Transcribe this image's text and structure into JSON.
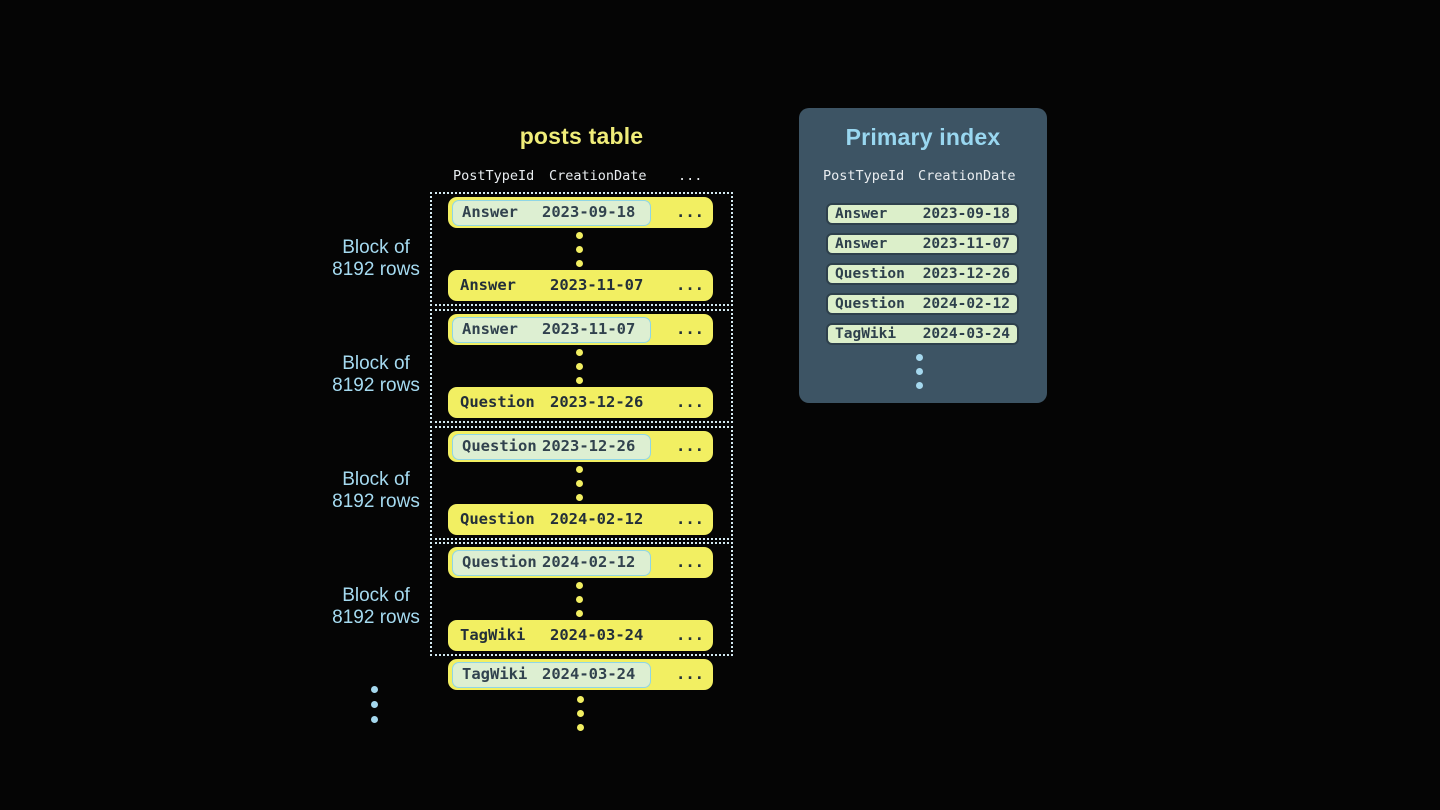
{
  "colors": {
    "background": "#050505",
    "row_yellow": "#f2ef62",
    "row_text": "#232f39",
    "highlight_pill_bg": "#ddefd2",
    "highlight_pill_border": "#8fd6e6",
    "dotted_block_border": "#d3e9f0",
    "accent_blue": "#a5daf0",
    "title_yellow": "#f0ed79",
    "header_text": "#e9edf0",
    "index_panel_bg": "#3d5464",
    "index_title_blue": "#99d7f0",
    "index_pill_bg": "#dcefca",
    "index_pill_border": "#2e404c"
  },
  "posts_table": {
    "title": "posts table",
    "headers": [
      "PostTypeId",
      "CreationDate",
      "..."
    ],
    "row_ellipsis": "...",
    "block_label": {
      "line1": "Block of",
      "line2": "8192 rows"
    },
    "blocks": [
      {
        "first": {
          "type": "Answer",
          "date": "2023-09-18"
        },
        "last": {
          "type": "Answer",
          "date": "2023-11-07"
        }
      },
      {
        "first": {
          "type": "Answer",
          "date": "2023-11-07"
        },
        "last": {
          "type": "Question",
          "date": "2023-12-26"
        }
      },
      {
        "first": {
          "type": "Question",
          "date": "2023-12-26"
        },
        "last": {
          "type": "Question",
          "date": "2024-02-12"
        }
      },
      {
        "first": {
          "type": "Question",
          "date": "2024-02-12"
        },
        "last": {
          "type": "TagWiki",
          "date": "2024-03-24"
        }
      }
    ],
    "overflow_row": {
      "type": "TagWiki",
      "date": "2024-03-24"
    }
  },
  "primary_index": {
    "title": "Primary index",
    "headers": [
      "PostTypeId",
      "CreationDate"
    ],
    "rows": [
      {
        "type": "Answer",
        "date": "2023-09-18"
      },
      {
        "type": "Answer",
        "date": "2023-11-07"
      },
      {
        "type": "Question",
        "date": "2023-12-26"
      },
      {
        "type": "Question",
        "date": "2024-02-12"
      },
      {
        "type": "TagWiki",
        "date": "2024-03-24"
      }
    ]
  }
}
